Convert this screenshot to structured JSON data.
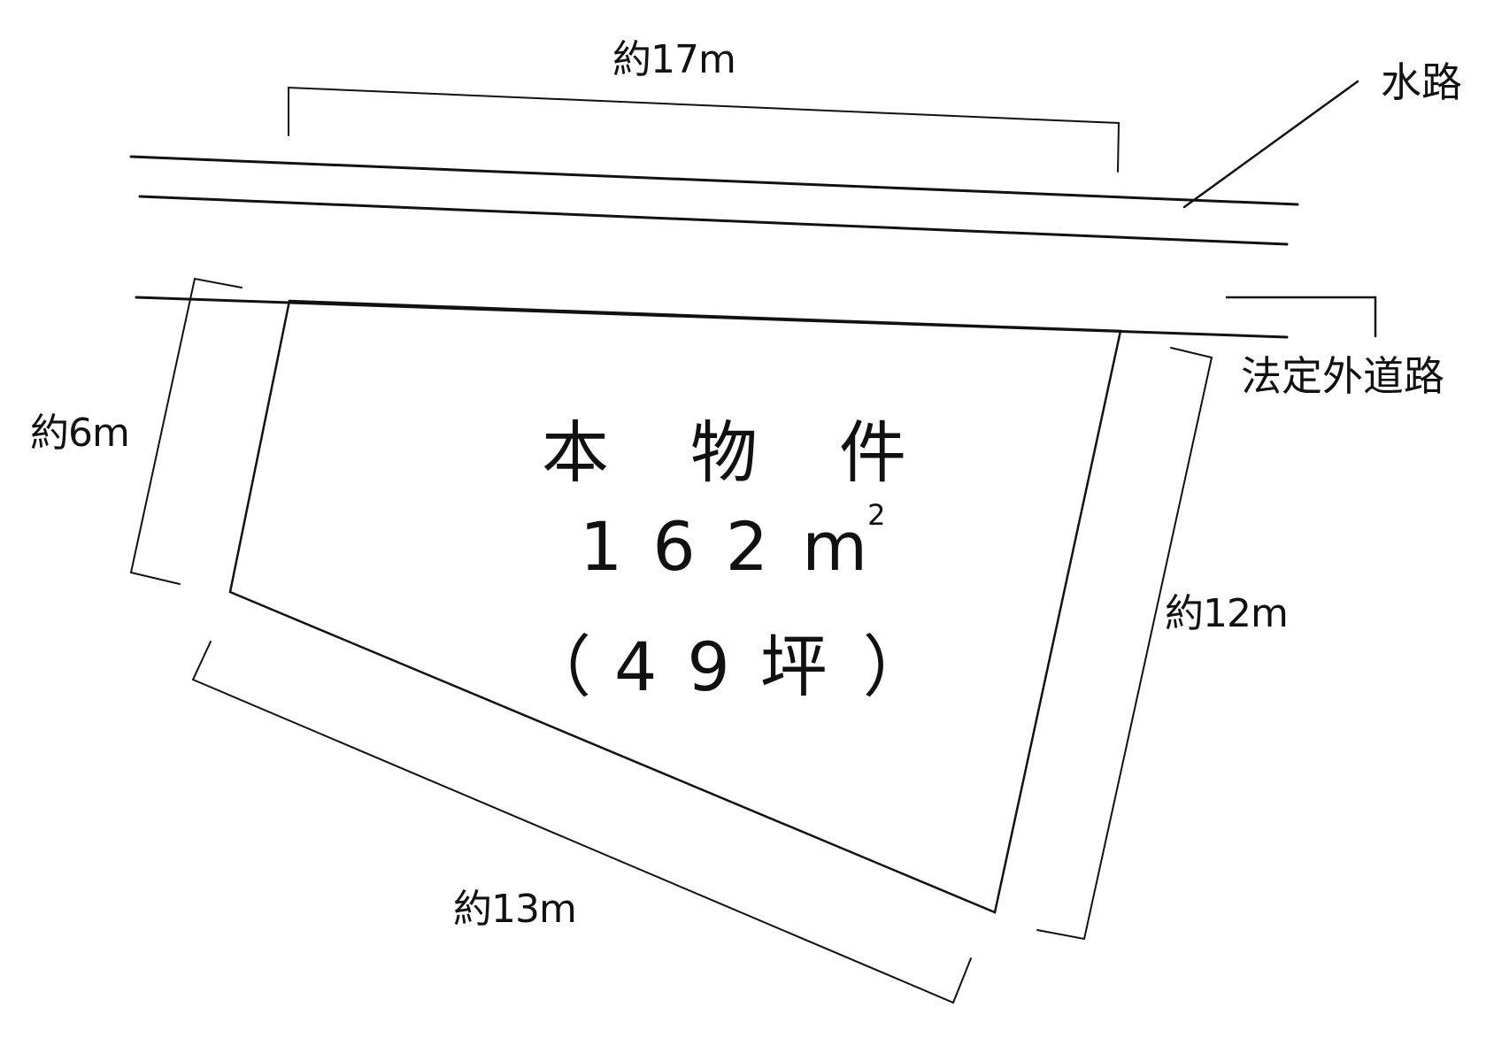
{
  "diagram": {
    "type": "land-parcel-survey-sketch",
    "labels": {
      "top_width": "約17m",
      "left_side": "約6m",
      "right_side": "約12m",
      "bottom_side": "約13m",
      "waterway": "水路",
      "road": "法定外道路"
    },
    "property": {
      "title_chars": [
        "本",
        "物",
        "件"
      ],
      "area_digits": [
        "1",
        "6",
        "2"
      ],
      "area_unit": "m",
      "area_unit_sup": "2",
      "tsubo_open": "（",
      "tsubo_digits": [
        "4",
        "9"
      ],
      "tsubo_unit": "坪",
      "tsubo_close": "）"
    },
    "colors": {
      "line": "#111111",
      "background": "#ffffff"
    }
  }
}
